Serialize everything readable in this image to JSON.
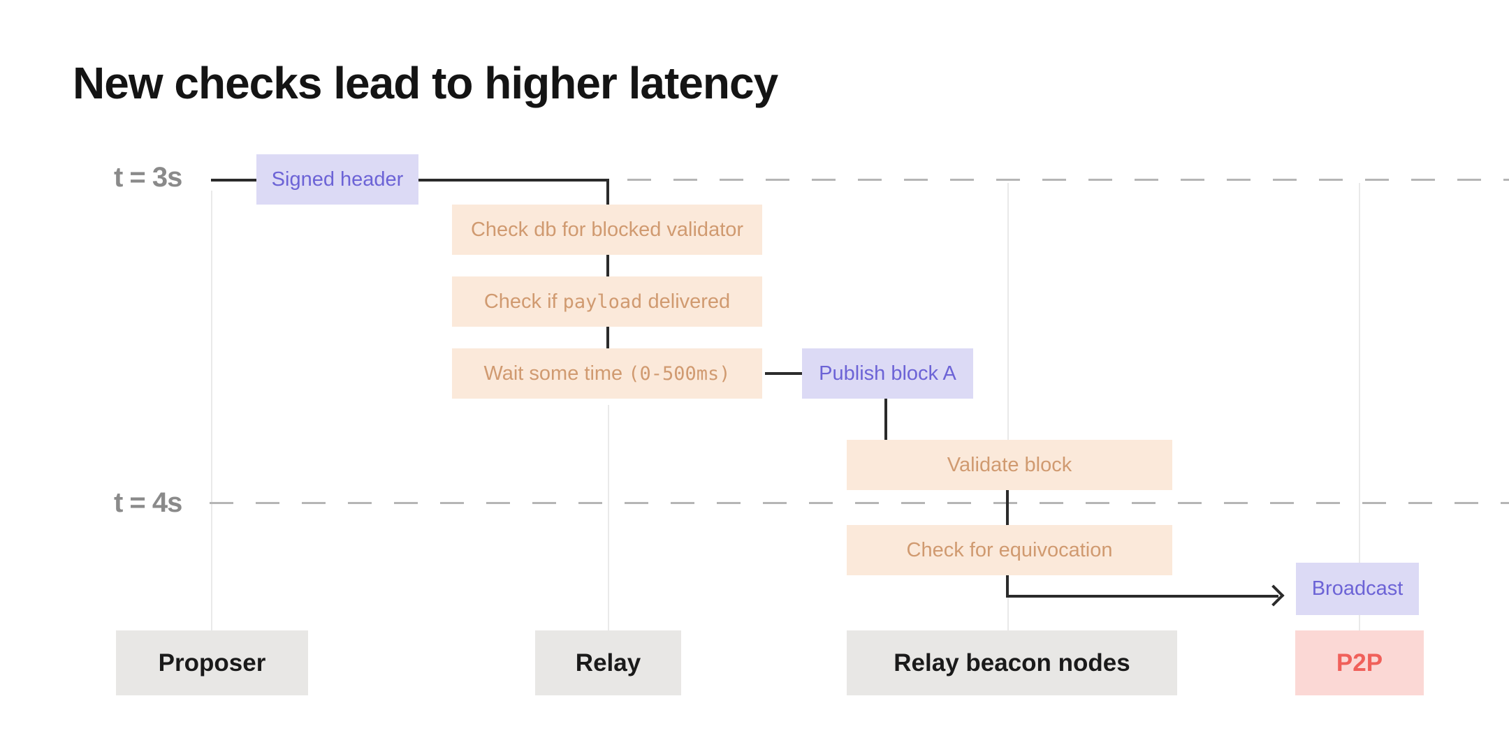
{
  "title": "New checks lead to higher latency",
  "timeline": {
    "t3": {
      "label": "t = 3s"
    },
    "t4": {
      "label": "t = 4s"
    }
  },
  "boxes": {
    "signed_header": {
      "label": "Signed header"
    },
    "check_db": {
      "label": "Check db for blocked validator"
    },
    "check_payload": {
      "pre": "Check if ",
      "mono": "payload",
      "post": " delivered"
    },
    "wait": {
      "pre": "Wait some time ",
      "mono": "(0-500ms)"
    },
    "publish": {
      "label": "Publish block A"
    },
    "validate": {
      "label": "Validate block"
    },
    "equivocation": {
      "label": "Check for equivocation"
    },
    "broadcast": {
      "label": "Broadcast"
    }
  },
  "lanes": [
    {
      "label": "Proposer"
    },
    {
      "label": "Relay"
    },
    {
      "label": "Relay beacon nodes"
    },
    {
      "label": "P2P"
    }
  ],
  "colors": {
    "title_text": "#141414",
    "time_label_text": "#8a8a8a",
    "lavender_box_bg": "#dcdaf5",
    "lavender_box_text": "#6c63d6",
    "peach_box_bg": "#fbe9da",
    "peach_box_text": "#d09a70",
    "lane_label_bg": "#e8e7e5",
    "lane_label_text": "#1a1a1a",
    "p2p_label_bg": "#fbd8d5",
    "p2p_label_text": "#f0605a",
    "connector_line": "#2b2b2b",
    "dashed_line": "#b5b5b5",
    "lane_line": "#e9e9e9"
  }
}
